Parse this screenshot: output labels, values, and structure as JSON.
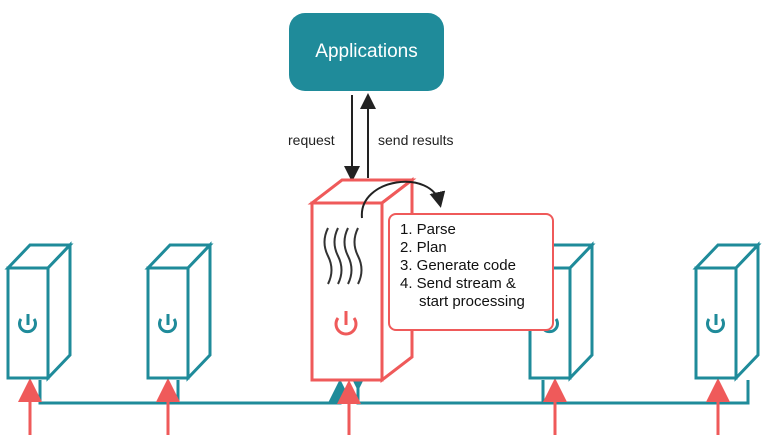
{
  "applications": {
    "label": "Applications"
  },
  "arrows": {
    "request_label": "request",
    "results_label": "send results"
  },
  "steps": [
    "1. Parse",
    "2. Plan",
    "3. Generate code",
    "4. Send stream & start processing"
  ],
  "colors": {
    "teal": "#1f8b9a",
    "red": "#ef5a5a",
    "dark": "#222222"
  },
  "icons": [
    "power-icon",
    "heat-waves-icon",
    "server-icon"
  ]
}
